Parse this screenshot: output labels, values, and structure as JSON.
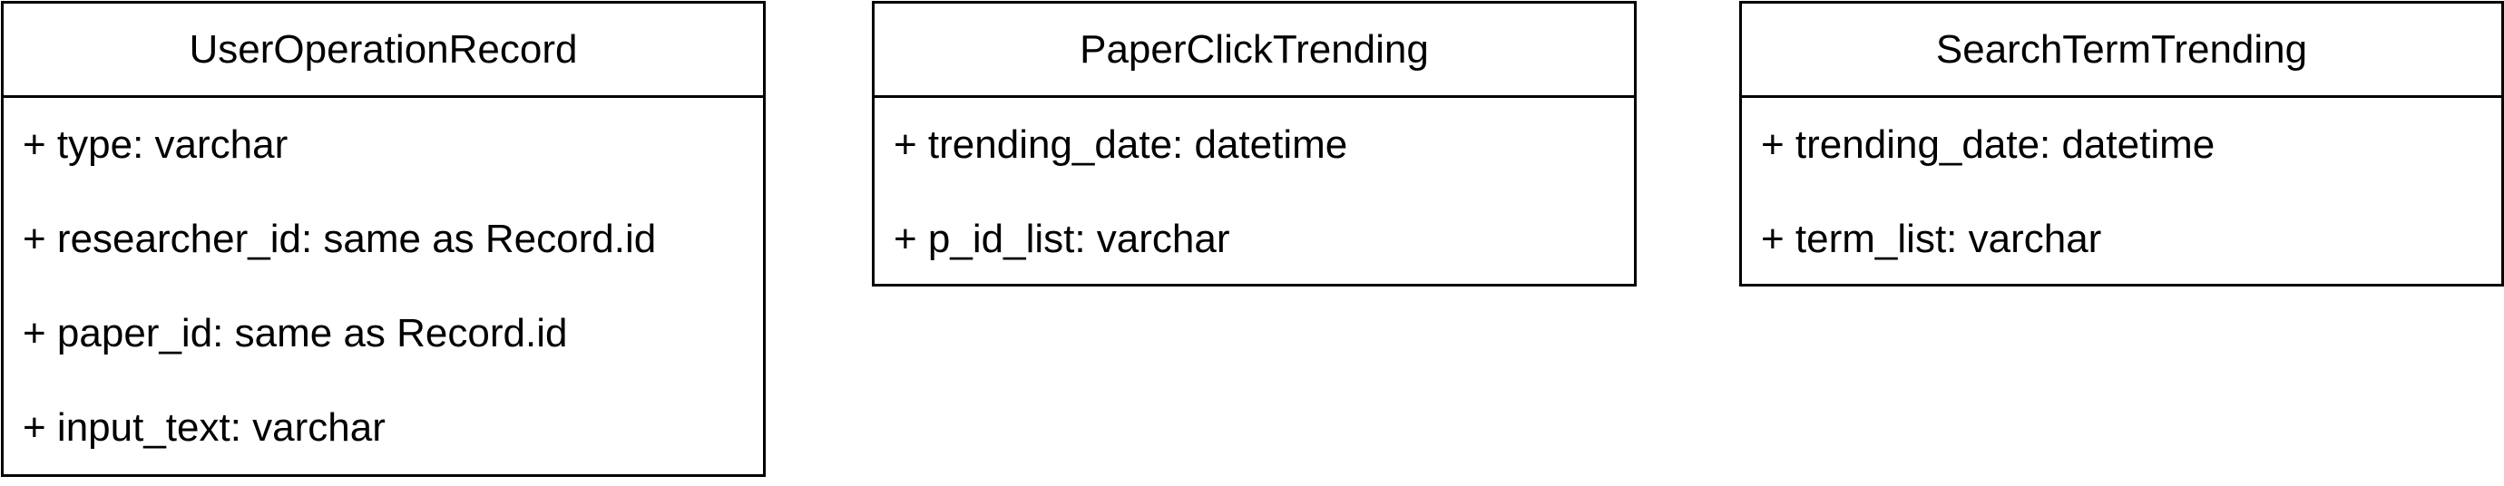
{
  "classes": [
    {
      "name": "UserOperationRecord",
      "attributes": [
        "+ type: varchar",
        "+ researcher_id: same as Record.id",
        "+ paper_id: same as Record.id",
        "+ input_text: varchar"
      ]
    },
    {
      "name": "PaperClickTrending",
      "attributes": [
        "+ trending_date: datetime",
        "+ p_id_list: varchar"
      ]
    },
    {
      "name": "SearchTermTrending",
      "attributes": [
        "+ trending_date: datetime",
        "+ term_list: varchar"
      ]
    }
  ]
}
